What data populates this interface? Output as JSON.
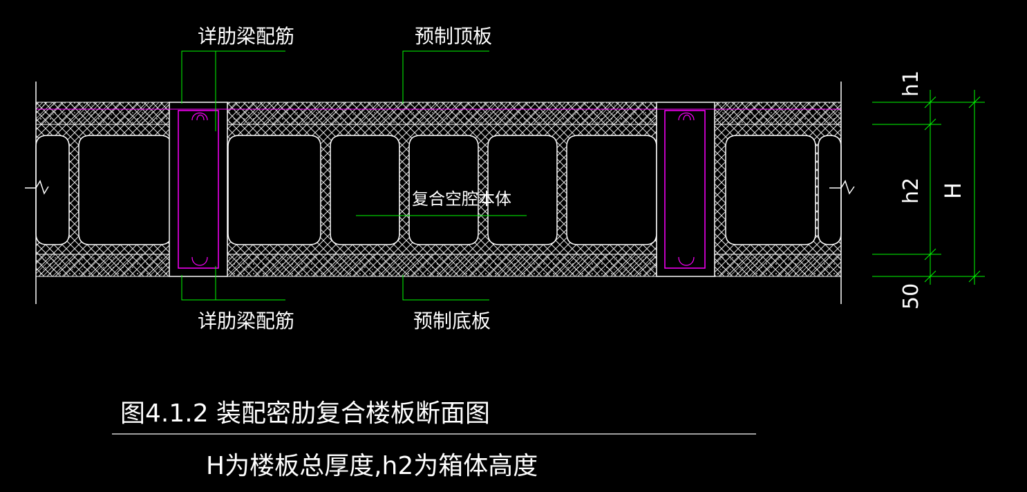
{
  "labels": {
    "top_rib": "详肋梁配筋",
    "top_slab": "预制顶板",
    "core": "复合空腔本体",
    "bottom_rib": "详肋梁配筋",
    "bottom_slab": "预制底板"
  },
  "dimensions": {
    "h1": "h1",
    "h2": "h2",
    "H": "H",
    "bottom": "50"
  },
  "caption": {
    "title": "图4.1.2  装配密肋复合楼板断面图",
    "subtitle": "H为楼板总厚度,h2为箱体高度"
  },
  "colors": {
    "background": "#000000",
    "outline": "#ffffff",
    "leader": "#00ff00",
    "rebar": "#ff00ff"
  }
}
